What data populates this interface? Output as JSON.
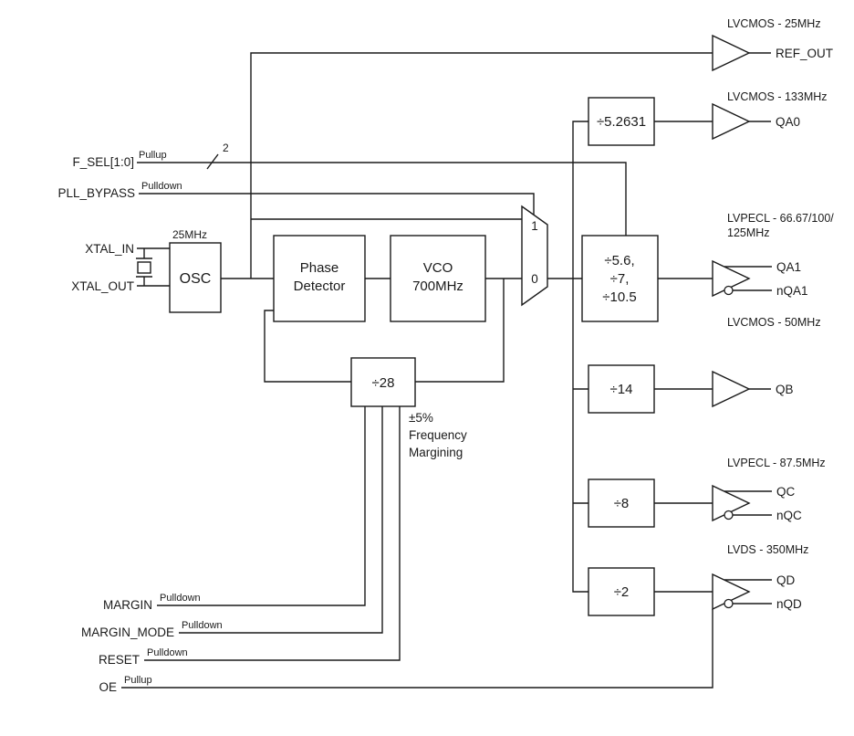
{
  "inputs": {
    "xtal_in": "XTAL_IN",
    "xtal_out": "XTAL_OUT",
    "osc_freq": "25MHz",
    "f_sel": {
      "label": "F_SEL[1:0]",
      "pull": "Pullup",
      "bus_width": "2"
    },
    "pll_bypass": {
      "label": "PLL_BYPASS",
      "pull": "Pulldown"
    },
    "margin": {
      "label": "MARGIN",
      "pull": "Pulldown"
    },
    "margin_mode": {
      "label": "MARGIN_MODE",
      "pull": "Pulldown"
    },
    "reset": {
      "label": "RESET",
      "pull": "Pulldown"
    },
    "oe": {
      "label": "OE",
      "pull": "Pullup"
    }
  },
  "blocks": {
    "osc": "OSC",
    "phase_detector": {
      "line1": "Phase",
      "line2": "Detector"
    },
    "vco": {
      "line1": "VCO",
      "line2": "700MHz"
    },
    "mux": {
      "in1": "1",
      "in0": "0"
    },
    "feedback_divider": "÷28",
    "margining": {
      "line1": "±5%",
      "line2": "Frequency",
      "line3": "Margining"
    }
  },
  "dividers": {
    "qa0": "÷5.2631",
    "qa1": {
      "line1": "÷5.6,",
      "line2": "÷7,",
      "line3": "÷10.5"
    },
    "qb": "÷14",
    "qc": "÷8",
    "qd": "÷2"
  },
  "outputs": {
    "ref_out": {
      "type": "LVCMOS - 25MHz",
      "label": "REF_OUT"
    },
    "qa0": {
      "type": "LVCMOS - 133MHz",
      "label": "QA0"
    },
    "qa1": {
      "type_line1": "LVPECL - 66.67/100/",
      "type_line2": "125MHz",
      "label": "QA1",
      "label_n": "nQA1"
    },
    "qb": {
      "type": "LVCMOS - 50MHz",
      "label": "QB"
    },
    "qc": {
      "type": "LVPECL - 87.5MHz",
      "label": "QC",
      "label_n": "nQC"
    },
    "qd": {
      "type": "LVDS - 350MHz",
      "label": "QD",
      "label_n": "nQD"
    }
  }
}
